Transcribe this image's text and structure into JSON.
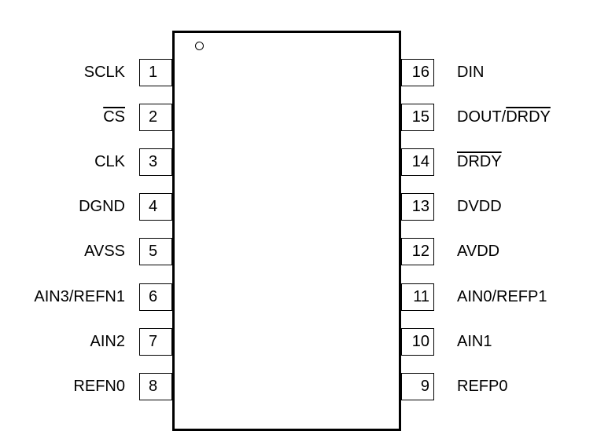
{
  "left_pins": [
    {
      "number": "1",
      "prefix": "",
      "name_overbar": "",
      "name": "SCLK"
    },
    {
      "number": "2",
      "prefix": "",
      "name_overbar": "CS",
      "name": ""
    },
    {
      "number": "3",
      "prefix": "",
      "name_overbar": "",
      "name": "CLK"
    },
    {
      "number": "4",
      "prefix": "",
      "name_overbar": "",
      "name": "DGND"
    },
    {
      "number": "5",
      "prefix": "",
      "name_overbar": "",
      "name": "AVSS"
    },
    {
      "number": "6",
      "prefix": "",
      "name_overbar": "",
      "name": "AIN3/REFN1"
    },
    {
      "number": "7",
      "prefix": "",
      "name_overbar": "",
      "name": "AIN2"
    },
    {
      "number": "8",
      "prefix": "",
      "name_overbar": "",
      "name": "REFN0"
    }
  ],
  "right_pins": [
    {
      "number": "16",
      "prefix": "",
      "name_overbar": "",
      "name": "DIN"
    },
    {
      "number": "15",
      "prefix": "DOUT/",
      "name_overbar": "DRDY",
      "name": ""
    },
    {
      "number": "14",
      "prefix": "",
      "name_overbar": "DRDY",
      "name": ""
    },
    {
      "number": "13",
      "prefix": "",
      "name_overbar": "",
      "name": "DVDD"
    },
    {
      "number": "12",
      "prefix": "",
      "name_overbar": "",
      "name": "AVDD"
    },
    {
      "number": "11",
      "prefix": "",
      "name_overbar": "",
      "name": "AIN0/REFP1"
    },
    {
      "number": "10",
      "prefix": "",
      "name_overbar": "",
      "name": "AIN1"
    },
    {
      "number": "9",
      "prefix": "",
      "name_overbar": "",
      "name": "REFP0"
    }
  ]
}
